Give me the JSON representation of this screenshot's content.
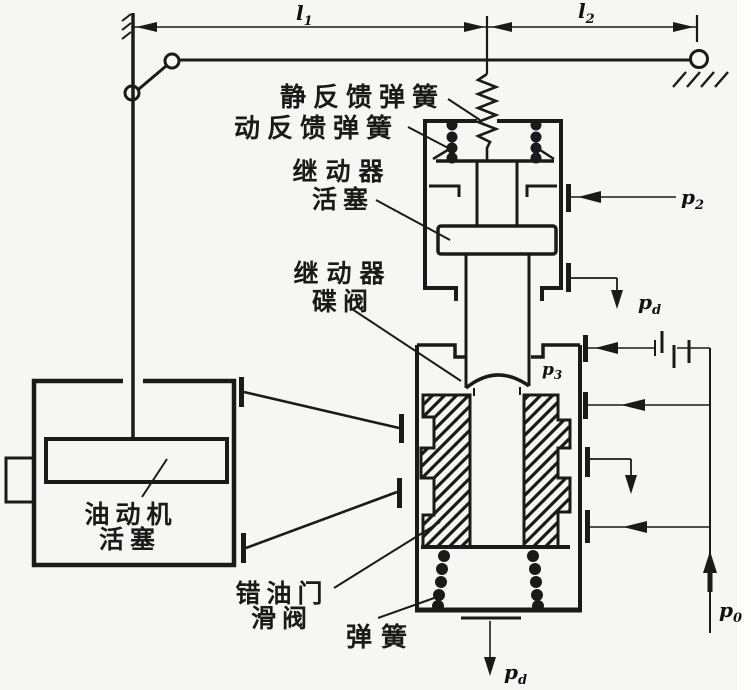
{
  "labels": {
    "l1": {
      "base": "l",
      "sub": "1"
    },
    "l2": {
      "base": "l",
      "sub": "2"
    },
    "static_feedback_spring": "静反馈弹簧",
    "dynamic_feedback_spring": "动反馈弹簧",
    "relay_piston_line1": "继动器",
    "relay_piston_line2": "活塞",
    "relay_disc_valve_line1": "继动器",
    "relay_disc_valve_line2": "碟阀",
    "servomotor_piston_line1": "油动机",
    "servomotor_piston_line2": "活塞",
    "pilot_valve_line1": "错油门",
    "pilot_valve_line2": "滑阀",
    "spring": "弹簧",
    "p2": {
      "base": "p",
      "sub": "2"
    },
    "p3": {
      "base": "p",
      "sub": "3"
    },
    "p0": {
      "base": "p",
      "sub": "0"
    },
    "pd_relay": {
      "base": "p",
      "sub": "d"
    },
    "pd_bottom": {
      "base": "p",
      "sub": "d"
    }
  },
  "colors": {
    "line": "#1a1a1a",
    "background": "#f6f6f3"
  }
}
